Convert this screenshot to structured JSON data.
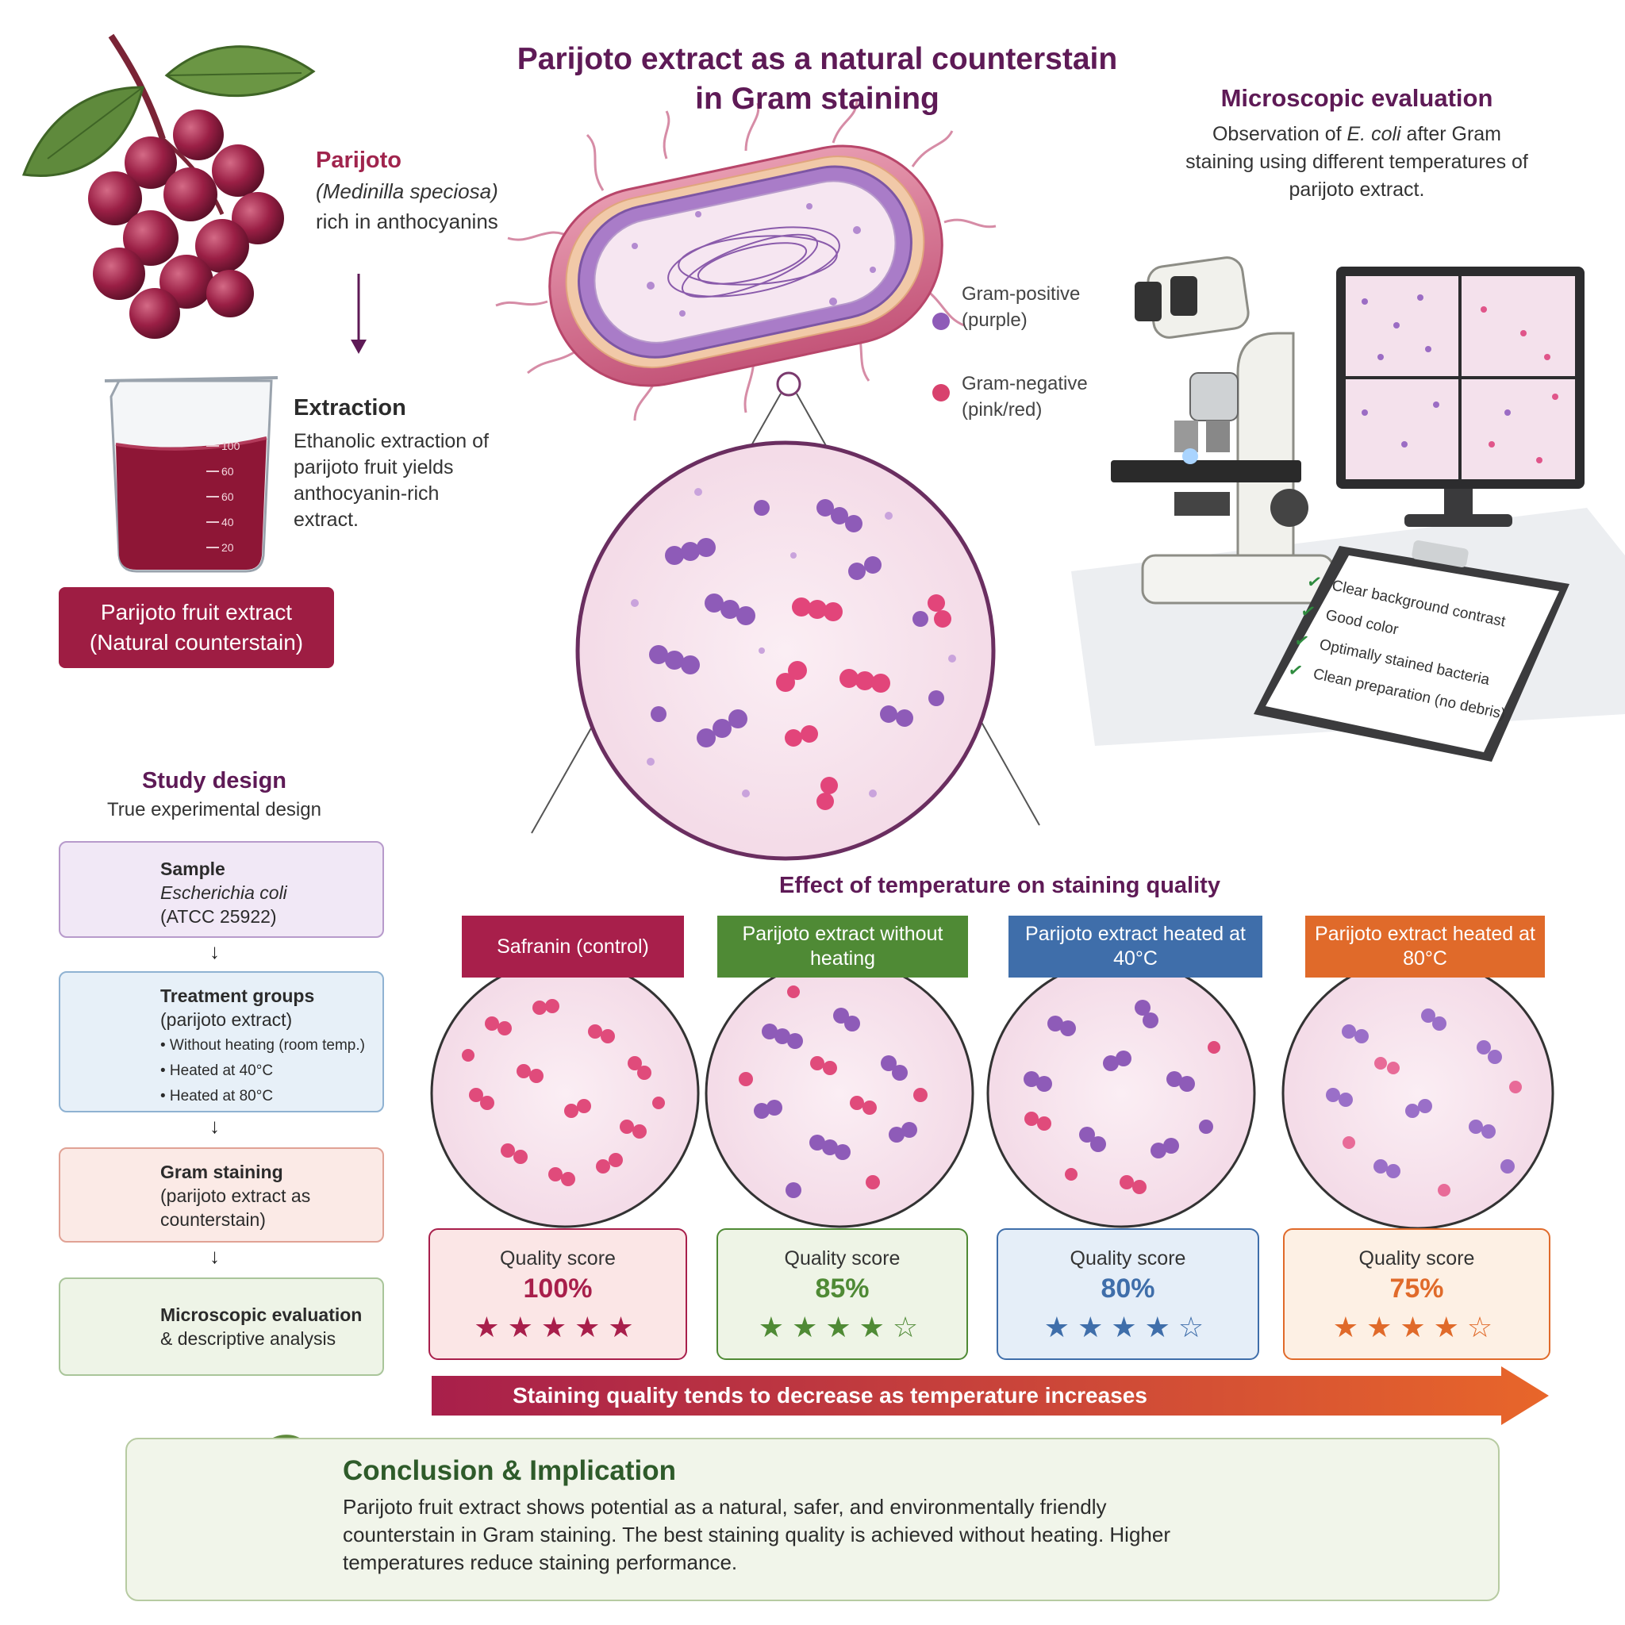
{
  "title": "Parijoto extract as a natural counterstain in Gram staining",
  "source": {
    "name": "Parijoto",
    "scientific": "(Medinilla speciosa)",
    "note": "rich in anthocyanins"
  },
  "extraction": {
    "title": "Extraction",
    "description": "Ethanolic extraction of parijoto fruit yields anthocyanin-rich extract.",
    "badge": "Parijoto fruit extract (Natural counterstain)",
    "beaker_marks": [
      "100",
      "60",
      "60",
      "40",
      "20"
    ]
  },
  "legend": {
    "positive": "Gram-positive (purple)",
    "negative": "Gram-negative (pink/red)",
    "positive_color": "#8e5bb8",
    "negative_color": "#d8416d"
  },
  "microscopic_evaluation": {
    "title": "Microscopic evaluation",
    "description_pre": "Observation of ",
    "description_em": "E. coli",
    "description_post": " after Gram staining using different temperatures of parijoto extract.",
    "checklist": [
      "Clear background contrast",
      "Good color",
      "Optimally stained bacteria",
      "Clean preparation (no debris)"
    ],
    "check_mark": "✓"
  },
  "study_design": {
    "title": "Study design",
    "subtitle": "True experimental design",
    "arrow": "↓",
    "steps": [
      {
        "icon": "flask-icon",
        "heading": "Sample",
        "line1": "Escherichia coli",
        "line2": "(ATCC 25922)"
      },
      {
        "icon": "thermometer-icon",
        "heading": "Treatment groups",
        "line1": "(parijoto extract)",
        "bullets": [
          "• Without heating (room temp.)",
          "• Heated at 40°C",
          "• Heated at 80°C"
        ]
      },
      {
        "icon": "flask-icon",
        "heading": "Gram staining",
        "line1": "(parijoto extract as",
        "line2": "counterstain)"
      },
      {
        "icon": "microscope-icon",
        "heading": "Microscopic evaluation",
        "line1": "& descriptive analysis"
      }
    ]
  },
  "effect": {
    "title": "Effect of temperature on staining quality",
    "score_label": "Quality score",
    "groups": [
      {
        "label": "Safranin (control)",
        "score": "100%",
        "value": 100,
        "stars": 5,
        "color": "#a81f4b"
      },
      {
        "label": "Parijoto extract without heating",
        "score": "85%",
        "value": 85,
        "stars": 4,
        "color": "#4f8a35"
      },
      {
        "label": "Parijoto extract heated at 40°C",
        "score": "80%",
        "value": 80,
        "stars": 4,
        "color": "#3f6eaa"
      },
      {
        "label": "Parijoto extract heated at 80°C",
        "score": "75%",
        "value": 75,
        "stars": 4,
        "color": "#e06a2a"
      }
    ],
    "trend": "Staining quality tends to decrease as temperature increases"
  },
  "conclusion": {
    "title": "Conclusion & Implication",
    "text": "Parijoto fruit extract shows potential as a natural, safer, and environmentally friendly counterstain in Gram staining. The best staining quality is achieved without heating. Higher temperatures reduce staining performance."
  }
}
